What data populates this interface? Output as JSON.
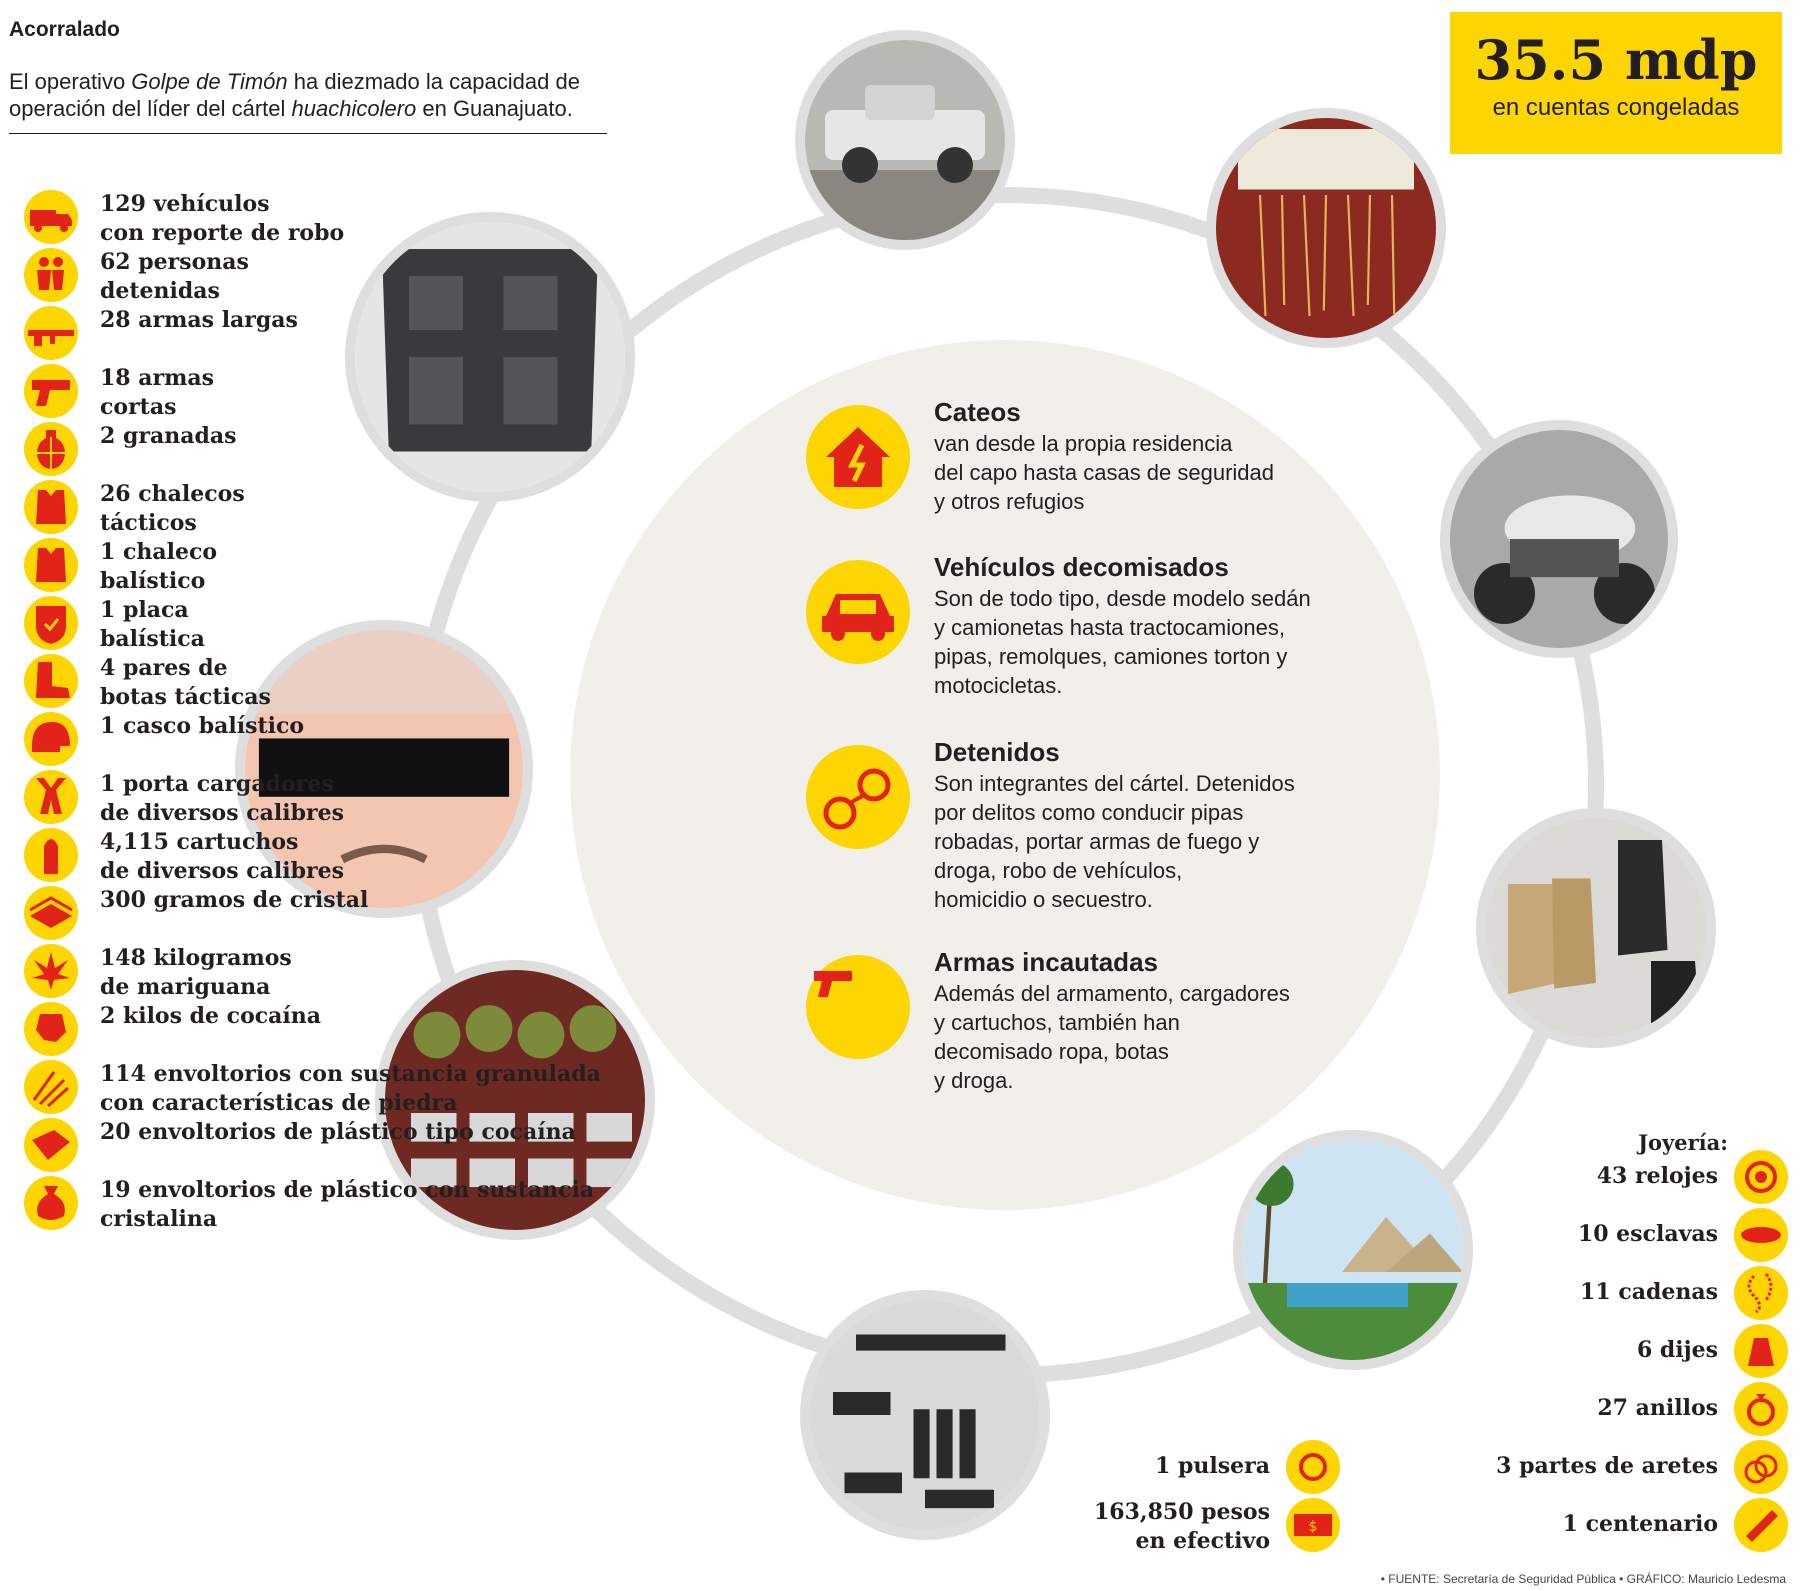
{
  "header": {
    "title": "Acorralado",
    "sub_pre": "El operativo ",
    "sub_italic_1": "Golpe de Timón",
    "sub_mid": " ha diezmado la capacidad de operación del líder del cártel ",
    "sub_italic_2": "huachicolero",
    "sub_post": " en Guanajuato."
  },
  "stat": {
    "value": "35.5 mdp",
    "label": "en cuentas congeladas"
  },
  "colors": {
    "accent": "#fdd500",
    "icon": "#e2231a",
    "ring": "#dedede",
    "center": "#f0efea"
  },
  "left_items": [
    {
      "line1": "129 vehículos",
      "line2": "con reporte de robo",
      "icon": "truck-icon"
    },
    {
      "line1": "62 personas",
      "line2": "detenidas",
      "icon": "people-icon"
    },
    {
      "line1": "28 armas largas",
      "line2": "",
      "icon": "rifle-icon"
    },
    {
      "line1": "18 armas",
      "line2": "cortas",
      "icon": "pistol-icon"
    },
    {
      "line1": "2 granadas",
      "line2": "",
      "icon": "grenade-icon"
    },
    {
      "line1": "26 chalecos",
      "line2": "tácticos",
      "icon": "vest-icon"
    },
    {
      "line1": "1 chaleco",
      "line2": "balístico",
      "icon": "vest-icon"
    },
    {
      "line1": "1 placa",
      "line2": "balística",
      "icon": "shield-plate-icon"
    },
    {
      "line1": "4 pares de",
      "line2": "botas tácticas",
      "icon": "boot-icon"
    },
    {
      "line1": "1 casco balístico",
      "line2": "",
      "icon": "helmet-icon"
    },
    {
      "line1": "1 porta cargadores",
      "line2": "de diversos calibres",
      "icon": "harness-icon"
    },
    {
      "line1": "4,115 cartuchos",
      "line2": "de diversos calibres",
      "icon": "bullet-icon"
    },
    {
      "line1": "300 gramos de cristal",
      "line2": "",
      "icon": "crystal-icon"
    },
    {
      "line1": "148 kilogramos",
      "line2": " de mariguana",
      "icon": "leaf-icon"
    },
    {
      "line1": "2 kilos de cocaína",
      "line2": "",
      "icon": "powder-icon"
    },
    {
      "line1": "114 envoltorios con sustancia granulada",
      "line2": "con características de piedra",
      "icon": "rock-icon"
    },
    {
      "line1": "20 envoltorios de plástico tipo cocaína",
      "line2": "",
      "icon": "package-icon"
    },
    {
      "line1": "19 envoltorios de plástico con sustancia",
      "line2": "cristalina",
      "icon": "bag-icon"
    }
  ],
  "center_items": [
    {
      "title": "Cateos",
      "body": "van desde la propia residencia\ndel capo hasta casas de seguridad\ny otros refugios",
      "icon": "house-raid-icon"
    },
    {
      "title": "Vehículos decomisados",
      "body": "Son de todo tipo, desde modelo sedán\ny camionetas hasta tractocamiones,\npipas, remolques, camiones torton y\nmotocicletas.",
      "icon": "car-icon"
    },
    {
      "title": "Detenidos",
      "body": "Son integrantes del cártel. Detenidos\npor delitos como conducir pipas\nrobadas, portar armas de fuego y\ndroga, robo de vehículos,\nhomicidio o secuestro.",
      "icon": "handcuffs-icon"
    },
    {
      "title": "Armas incautadas",
      "body": "Además del armamento, cargadores\ny cartuchos, también han\ndecomisado ropa, botas\n y droga.",
      "icon": "pistol-icon"
    }
  ],
  "jewelry": {
    "heading": "Joyería:",
    "items": [
      {
        "label": "43 relojes",
        "icon": "watch-icon"
      },
      {
        "label": "10 esclavas",
        "icon": "bracelet-icon"
      },
      {
        "label": "11 cadenas",
        "icon": "chain-icon"
      },
      {
        "label": "6 dijes",
        "icon": "pendant-icon"
      },
      {
        "label": "27 anillos",
        "icon": "ring-icon"
      },
      {
        "label": "3 partes de aretes",
        "icon": "earrings-icon"
      },
      {
        "label": "1 centenario",
        "icon": "coin-icon"
      }
    ]
  },
  "extra_items": [
    {
      "line1": "1 pulsera",
      "line2": "",
      "icon": "bangle-icon"
    },
    {
      "line1": "163,850 pesos",
      "line2": "en efectivo",
      "icon": "cash-icon"
    }
  ],
  "footer": "• FUENTE: Secretaría de Seguridad Pública • GRÁFICO: Mauricio Ledesma"
}
